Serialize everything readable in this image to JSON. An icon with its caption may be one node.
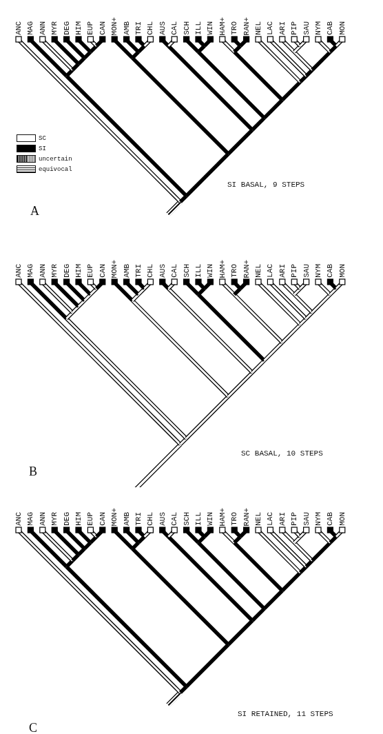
{
  "diagram": {
    "labels": [
      "ANC",
      "MAG",
      "ANN",
      "MYR",
      "DEG",
      "HIM",
      "EUP",
      "CAN",
      "MON+",
      "AMB",
      "TRI",
      "CHL",
      "AUS",
      "CAL",
      "SCH",
      "ILL",
      "WIN",
      "HAM+",
      "TRO",
      "RAN+",
      "NEL",
      "LAC",
      "ARI",
      "PIP",
      "SAU",
      "NYM",
      "CAB",
      "MON",
      "SI BASAL, 9 STEPS",
      "A",
      "ANC",
      "MAG",
      "ANN",
      "MYR",
      "DEG",
      "HIM",
      "EUP",
      "CAN",
      "MON+",
      "AMB",
      "TRI",
      "CHL",
      "AUS",
      "CAL",
      "SCH",
      "ILL",
      "WIN",
      "HAM+",
      "TRO",
      "RAN+",
      "NEL",
      "LAC",
      "ARI",
      "PIP",
      "SAU",
      "NYM",
      "CAB",
      "MON",
      "SC BASAL, 10 STEPS",
      "B",
      "ANC",
      "MAG",
      "ANN",
      "MYR",
      "DEG",
      "HIM",
      "EUP",
      "CAN",
      "MON+",
      "AMB",
      "TRI",
      "CHL",
      "AUS",
      "CAL",
      "SCH",
      "ILL",
      "WIN",
      "HAM+",
      "TRO",
      "RAN+",
      "NEL",
      "LAC",
      "ARI",
      "PIP",
      "SAU",
      "NYM",
      "CAB",
      "MON",
      "SI RETAINED, 11 STEPS",
      "C"
    ],
    "legend": [
      {
        "text": "SC",
        "color": "#ffffff"
      },
      {
        "text": "SI",
        "color": "#000000"
      },
      {
        "text": "uncertain"
      },
      {
        "text": "equivocal"
      }
    ]
  }
}
